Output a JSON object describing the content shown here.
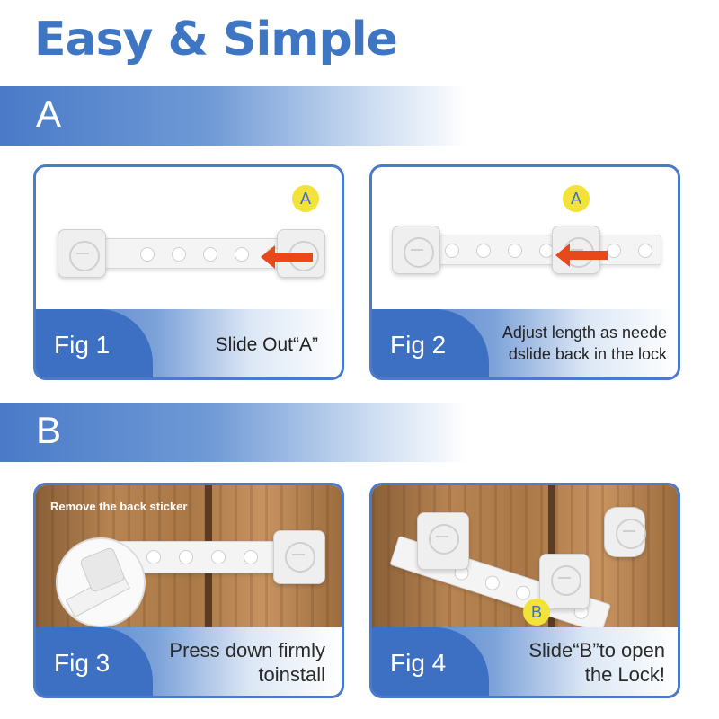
{
  "title": "Easy & Simple",
  "sections": [
    {
      "label": "A"
    },
    {
      "label": "B"
    }
  ],
  "figures": [
    {
      "label": "Fig 1",
      "caption": "Slide Out“A”",
      "badge": "A"
    },
    {
      "label": "Fig 2",
      "caption_line1": "Adjust length as neede",
      "caption_line2": "dslide back in the lock",
      "badge": "A"
    },
    {
      "label": "Fig 3",
      "note": "Remove the back sticker",
      "caption_line1": "Press down firmly",
      "caption_line2": "toinstall"
    },
    {
      "label": "Fig 4",
      "caption_line1": "Slide“B”to open",
      "caption_line2": "the Lock!",
      "badge": "B"
    }
  ],
  "colors": {
    "brand_blue": "#3f76c4",
    "arrow": "#e8491b",
    "badge": "#f2e23a"
  }
}
